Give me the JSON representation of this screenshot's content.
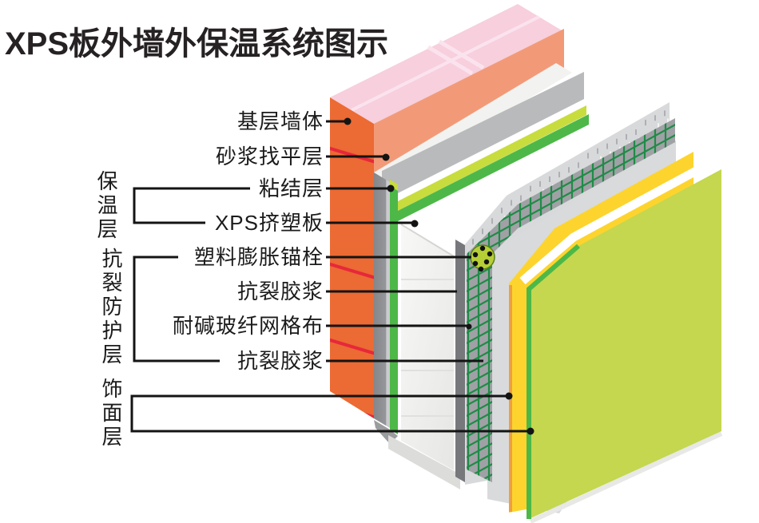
{
  "title": "XPS板外墙外保温系统图示",
  "labels": {
    "layers": [
      {
        "text": "基层墙体"
      },
      {
        "text": "砂浆找平层"
      },
      {
        "text": "粘结层"
      },
      {
        "text": "XPS挤塑板"
      },
      {
        "text": "塑料膨胀锚栓"
      },
      {
        "text": "抗裂胶浆"
      },
      {
        "text": "耐碱玻纤网格布"
      },
      {
        "text": "抗裂胶浆"
      }
    ],
    "groups": [
      {
        "text": "保温层"
      },
      {
        "text": "抗裂防护层"
      },
      {
        "text": "饰面层"
      }
    ]
  },
  "diagram": {
    "layers": [
      {
        "name": "base-wall-face",
        "color": "#ec6a33"
      },
      {
        "name": "base-wall-top",
        "color": "#f7cfdd"
      },
      {
        "name": "base-wall-outer",
        "color": "#f29a78"
      },
      {
        "name": "leveling-mortar-top",
        "color": "#f2f2f0"
      },
      {
        "name": "leveling-mortar-face",
        "color": "#b9babc"
      },
      {
        "name": "bonding-highlight",
        "color": "#c8dc3e"
      },
      {
        "name": "bonding-layer",
        "color": "#4db848"
      },
      {
        "name": "xps-board",
        "color": "#f5f5f3"
      },
      {
        "name": "anticrack-coat-1",
        "color": "#d8d9db"
      },
      {
        "name": "mesh-backing",
        "color": "#a0a1a5"
      },
      {
        "name": "mesh-grid",
        "color": "#1f8b47"
      },
      {
        "name": "anticrack-coat-2",
        "color": "#d9dadc"
      },
      {
        "name": "finish-yellow",
        "color": "#fdd42e"
      },
      {
        "name": "finish-chartreuse",
        "color": "#c4d74f"
      },
      {
        "name": "anchor",
        "color": "#b7cf36"
      },
      {
        "name": "crack-line",
        "color": "#e6283a"
      },
      {
        "name": "leader-line",
        "color": "#141414"
      }
    ]
  }
}
